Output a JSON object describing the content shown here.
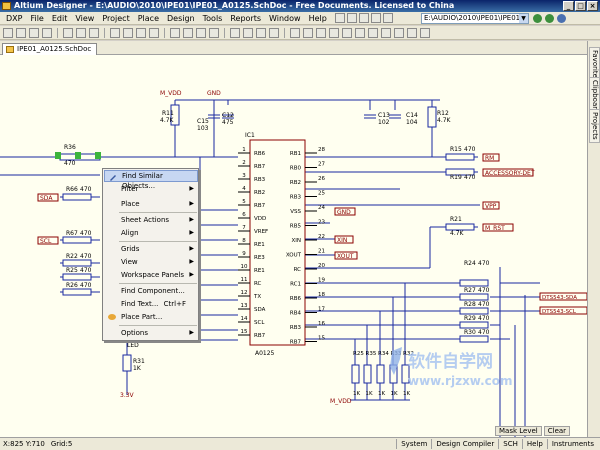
{
  "window": {
    "title": "Altium Designer - E:\\AUDIO\\2010\\IPE01\\IPE01_A0125.SchDoc - Free Documents. Licensed to China",
    "controls": [
      "_",
      "□",
      "×"
    ]
  },
  "menu": {
    "items": [
      "DXP",
      "File",
      "Edit",
      "View",
      "Project",
      "Place",
      "Design",
      "Tools",
      "Reports",
      "Window",
      "Help"
    ],
    "path": "E:\\AUDIO\\2010\\IPE01\\IPE01_A0125.S"
  },
  "document": {
    "tab_label": "IPE01_A0125.SchDoc"
  },
  "side_panels": [
    "Favorites",
    "Clipboard",
    "Projects"
  ],
  "context_menu": {
    "items": [
      {
        "label": "Find Similar Objects...",
        "highlighted": true,
        "icon": "find-similar-icon"
      },
      {
        "label": "Filter",
        "submenu": true
      },
      {
        "label": "Place",
        "submenu": true
      },
      {
        "label": "Sheet Actions",
        "submenu": true
      },
      {
        "label": "Align",
        "submenu": true
      },
      {
        "label": "Grids",
        "submenu": true
      },
      {
        "label": "View",
        "submenu": true
      },
      {
        "label": "Workspace Panels",
        "submenu": true
      },
      {
        "label": "Find Component..."
      },
      {
        "label": "Find Text...",
        "shortcut": "Ctrl+F"
      },
      {
        "label": "Place Part...",
        "icon": "place-part-icon"
      },
      {
        "label": "Options",
        "submenu": true
      }
    ]
  },
  "schematic": {
    "ic": {
      "ref": "IC1",
      "part": "A0125",
      "left_pins": [
        {
          "num": "1",
          "name": "RB6"
        },
        {
          "num": "2",
          "name": "RB7"
        },
        {
          "num": "3",
          "name": "RB3"
        },
        {
          "num": "4",
          "name": "RB2"
        },
        {
          "num": "5",
          "name": "RB7"
        },
        {
          "num": "6",
          "name": "VDD"
        },
        {
          "num": "7",
          "name": "VREF"
        },
        {
          "num": "8",
          "name": "RE1"
        },
        {
          "num": "9",
          "name": "RE3"
        },
        {
          "num": "10",
          "name": "RE1"
        },
        {
          "num": "11",
          "name": "RC"
        },
        {
          "num": "12",
          "name": "TX"
        },
        {
          "num": "13",
          "name": "SDA"
        },
        {
          "num": "14",
          "name": "SCL"
        },
        {
          "num": "15",
          "name": "RB7"
        }
      ],
      "right_pins": [
        {
          "num": "28",
          "name": "RB1"
        },
        {
          "num": "27",
          "name": "RB0"
        },
        {
          "num": "26",
          "name": "RB2"
        },
        {
          "num": "25",
          "name": "RB3"
        },
        {
          "num": "24",
          "name": "VSS"
        },
        {
          "num": "23",
          "name": "RB5"
        },
        {
          "num": "22",
          "name": "XIN"
        },
        {
          "num": "21",
          "name": "XOUT"
        },
        {
          "num": "20",
          "name": "RC"
        },
        {
          "num": "19",
          "name": "RC1"
        },
        {
          "num": "18",
          "name": "RB6"
        },
        {
          "num": "17",
          "name": "RB4"
        },
        {
          "num": "16",
          "name": "RB3"
        },
        {
          "num": "15",
          "name": "RB7"
        }
      ]
    },
    "power_labels": [
      "M_VDD",
      "GND",
      "M_VDD",
      "3.3V"
    ],
    "net_labels": [
      "SDA",
      "SCL",
      "RM",
      "ACCESSORY-DET",
      "VPP",
      "M_RST",
      "GND",
      "XIN",
      "XOUT",
      "DTS543-SDA",
      "DTS543-SCL"
    ],
    "resistors": [
      {
        "ref": "R11",
        "val": "4.7K"
      },
      {
        "ref": "R12",
        "val": "4.7K"
      },
      {
        "ref": "R36",
        "val": "470"
      },
      {
        "ref": "R66",
        "val": "470"
      },
      {
        "ref": "R67",
        "val": "470"
      },
      {
        "ref": "R22",
        "val": "470"
      },
      {
        "ref": "R25",
        "val": "470"
      },
      {
        "ref": "R26",
        "val": "470"
      },
      {
        "ref": "R15",
        "val": "470"
      },
      {
        "ref": "R19",
        "val": "470"
      },
      {
        "ref": "R21",
        "val": "4.7K"
      },
      {
        "ref": "R24",
        "val": "470"
      },
      {
        "ref": "R27",
        "val": "470"
      },
      {
        "ref": "R28",
        "val": "470"
      },
      {
        "ref": "R29",
        "val": "470"
      },
      {
        "ref": "R30",
        "val": "470"
      },
      {
        "ref": "R31",
        "val": "1K"
      }
    ],
    "capacitors": [
      {
        "ref": "C15",
        "val": "103"
      },
      {
        "ref": "C12",
        "val": "475"
      },
      {
        "ref": "C13",
        "val": "102"
      },
      {
        "ref": "C14",
        "val": "104"
      }
    ],
    "led_label": "LED",
    "pack_labels": [
      "R25",
      "R35",
      "R34",
      "R33",
      "R32"
    ],
    "pack_vals": [
      "1K",
      "1K",
      "1K",
      "1K",
      "1K"
    ]
  },
  "watermark": {
    "title": "软件自学网",
    "url": "www.rjzxw.com"
  },
  "status": {
    "coords": "X:825 Y:710",
    "grid": "Grid:5",
    "buttons": [
      "System",
      "Design Compiler",
      "SCH",
      "Help",
      "Instruments"
    ],
    "mask_level": "Mask Level",
    "clear": "Clear"
  }
}
